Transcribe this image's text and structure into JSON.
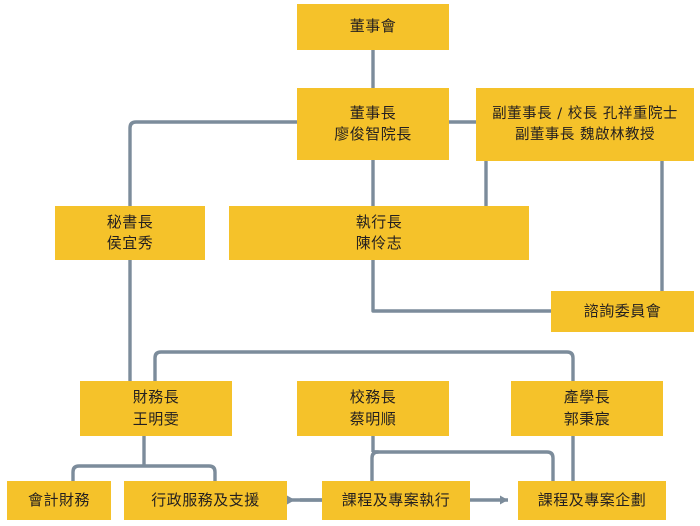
{
  "meta": {
    "title": "組織架構圖",
    "box_color": "#F5C22A",
    "line_color": "#7C8C9B",
    "text_color": "#231f20",
    "background": "#ffffff"
  },
  "nodes": {
    "board": {
      "line1": "董事會"
    },
    "chairman": {
      "line1": "董事長",
      "line2": "廖俊智院長"
    },
    "vice_chairmen": {
      "line1": "副董事長 / 校長 孔祥重院士",
      "line2": "副董事長 魏啟林教授"
    },
    "secretary_general": {
      "line1": "秘書長",
      "line2": "侯宜秀"
    },
    "ceo": {
      "line1": "執行長",
      "line2": "陳伶志"
    },
    "advisory_committee": {
      "line1": "諮詢委員會"
    },
    "cfo": {
      "line1": "財務長",
      "line2": "王明雯"
    },
    "provost": {
      "line1": "校務長",
      "line2": "蔡明順"
    },
    "industry_academia": {
      "line1": "產學長",
      "line2": "郭秉宸"
    },
    "accounting_finance": {
      "line1": "會計財務"
    },
    "admin_services": {
      "line1": "行政服務及支援"
    },
    "course_project_exec": {
      "line1": "課程及專案執行"
    },
    "course_project_plan": {
      "line1": "課程及專案企劃"
    }
  }
}
